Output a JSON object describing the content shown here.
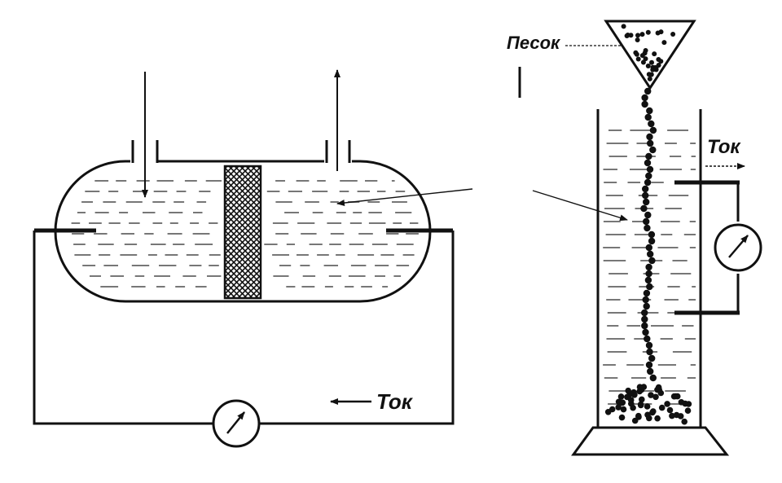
{
  "labels": {
    "sand": "Песок",
    "current_left": "Ток",
    "current_right": "Ток"
  },
  "colors": {
    "ink": "#111111",
    "liquid_dash": "#777777",
    "background": "#ffffff"
  },
  "icons": {
    "ammeter_left": "ammeter-icon",
    "ammeter_right": "ammeter-icon",
    "porous_membrane": "porous-membrane-icon",
    "sand_funnel": "funnel-icon"
  }
}
